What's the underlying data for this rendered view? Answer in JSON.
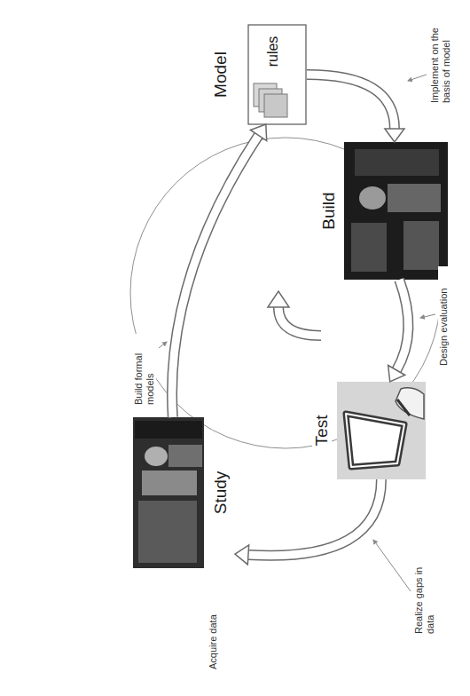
{
  "diagram": {
    "nodes": [
      {
        "text": [
          "Study"
        ]
      },
      {
        "text": [
          "Model",
          "rules"
        ]
      },
      {
        "text": [
          "Build"
        ]
      },
      {
        "text": [
          "Test"
        ]
      }
    ],
    "edges": [
      {
        "from": 0,
        "to": 1,
        "arrow": "to",
        "label": "Build formal models"
      },
      {
        "from": 1,
        "to": 2,
        "arrow": "to",
        "label": "Implement on the basis of model"
      },
      {
        "from": 2,
        "to": 3,
        "arrow": "to",
        "label": "Design evaluation"
      },
      {
        "from": 3,
        "to": 0,
        "arrow": "to",
        "label": "Realize gaps in data"
      }
    ],
    "labels": [
      "Acquire data"
    ]
  }
}
